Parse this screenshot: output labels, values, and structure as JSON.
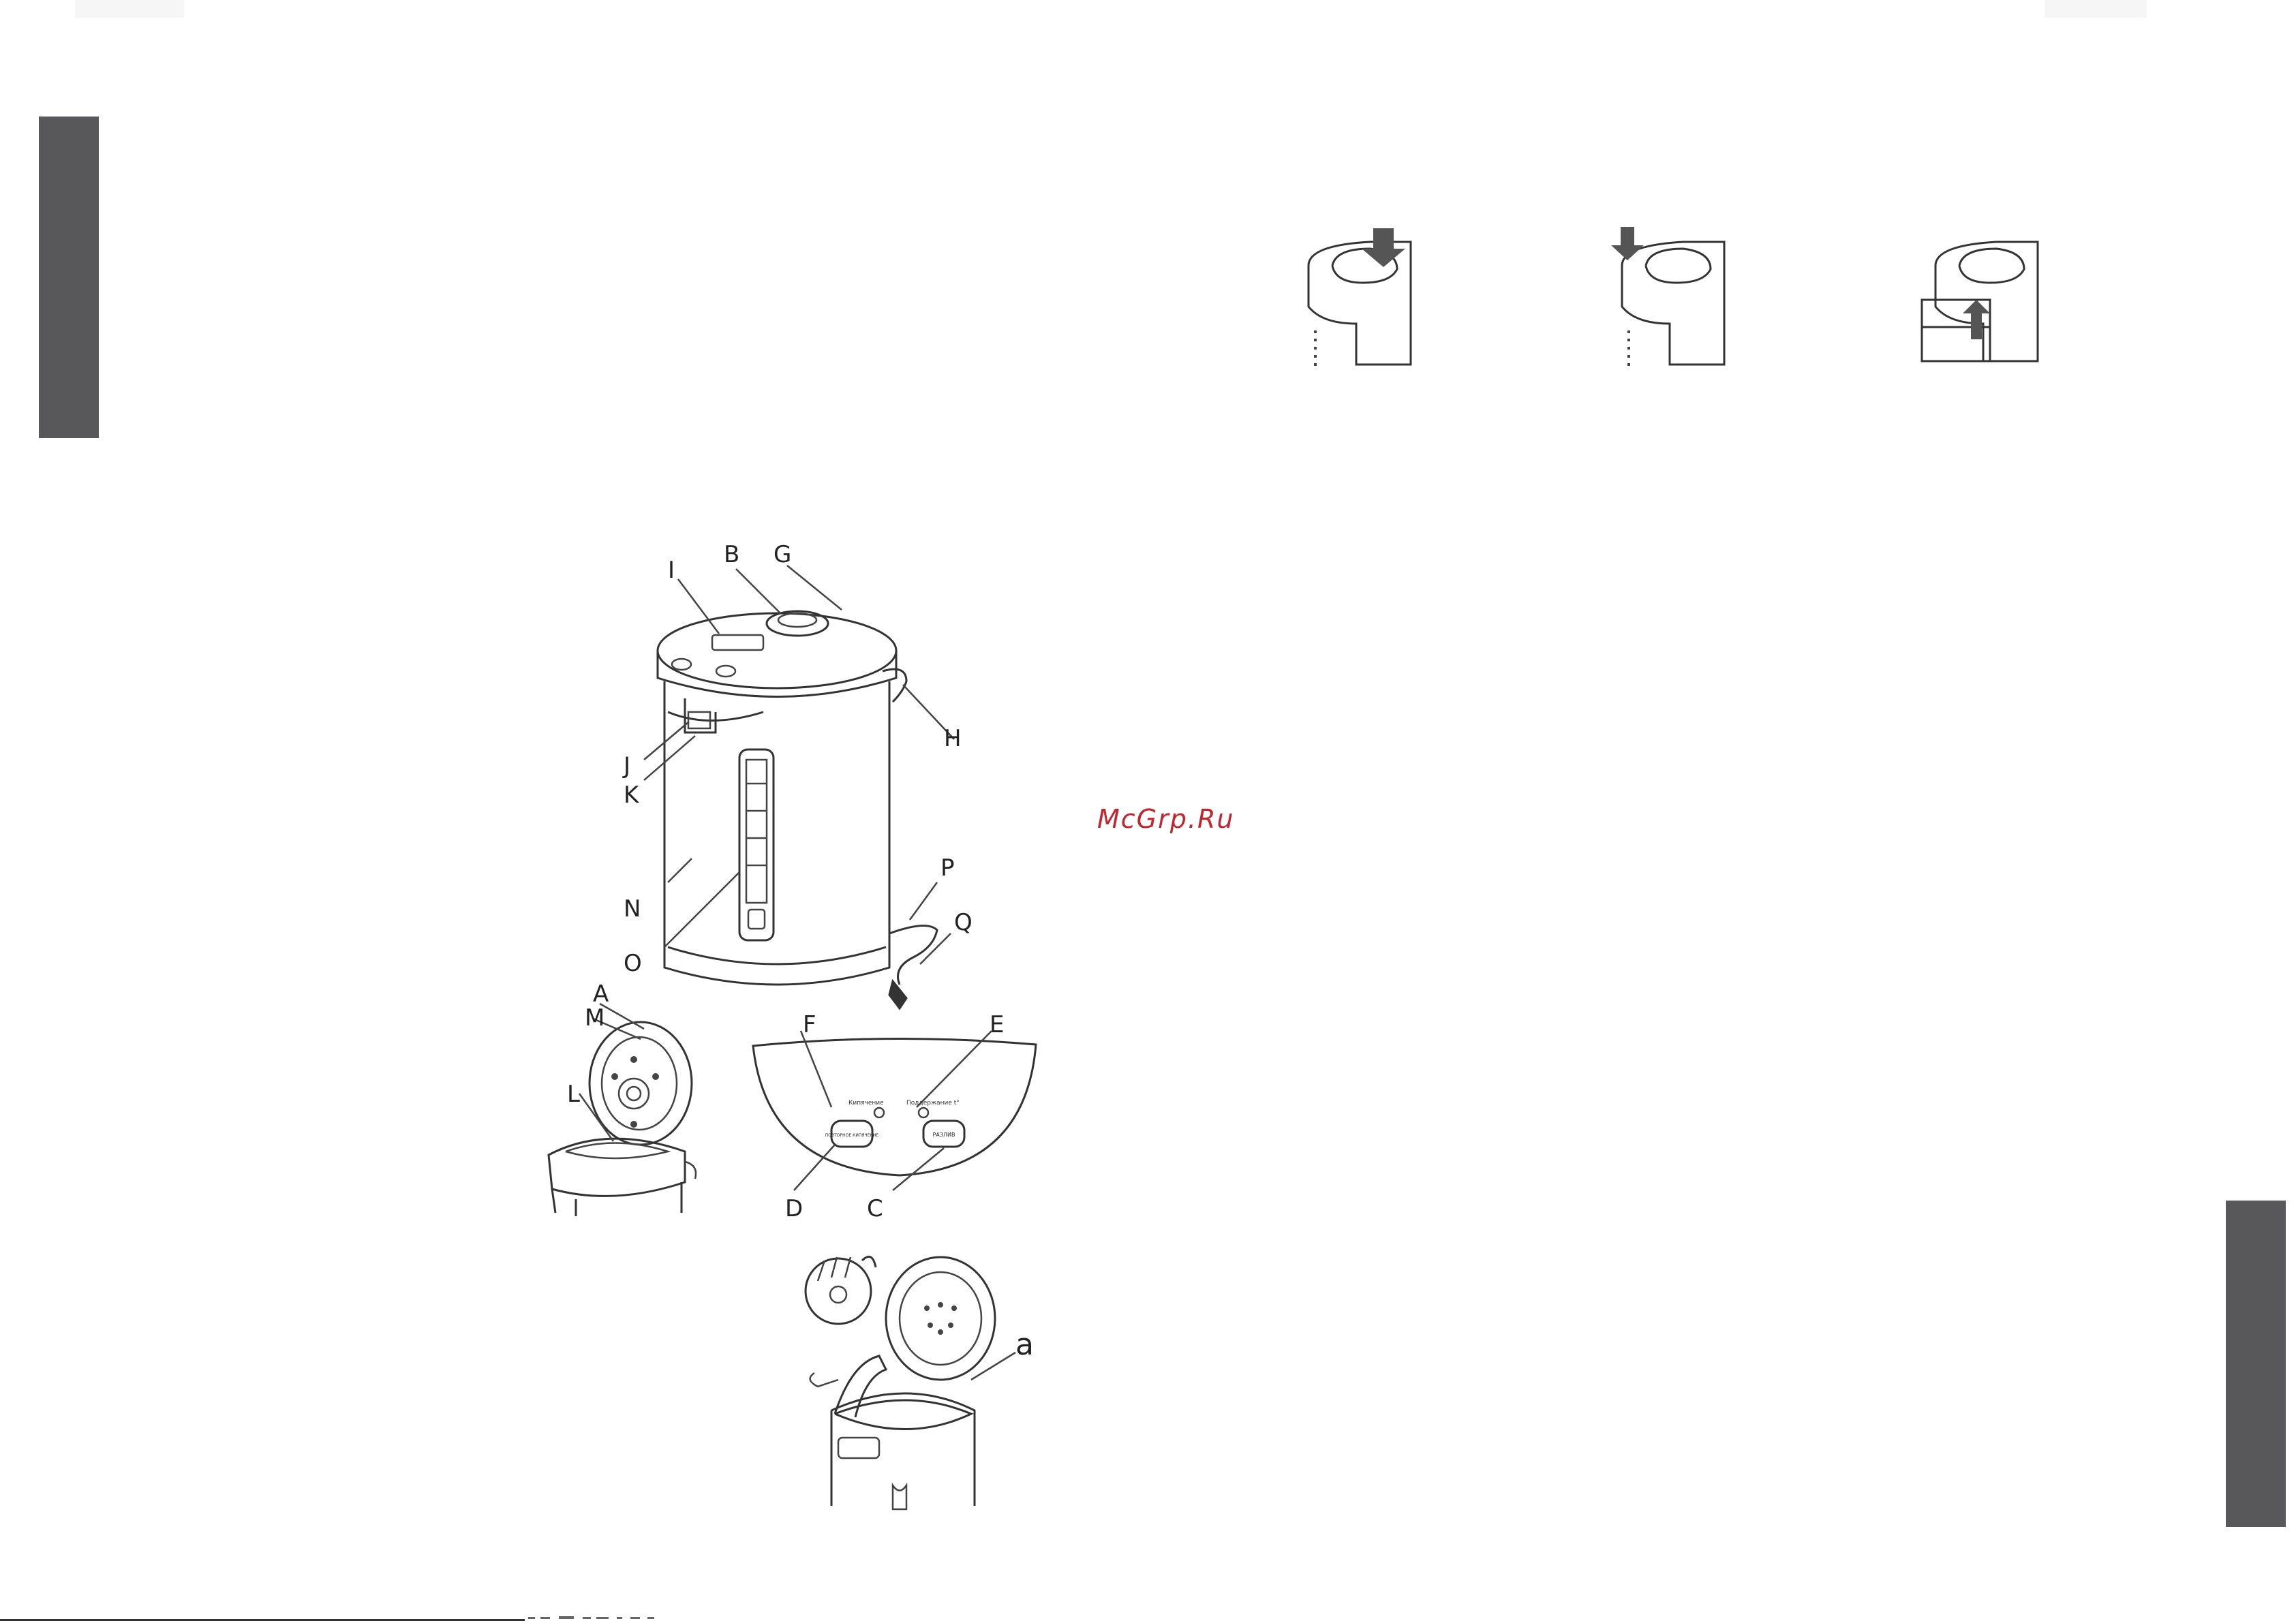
{
  "watermark": "McGrp.Ru",
  "labels": {
    "A": "A",
    "B": "B",
    "C": "C",
    "D": "D",
    "E": "E",
    "F": "F",
    "G": "G",
    "H": "H",
    "I": "I",
    "J": "J",
    "K": "K",
    "L": "L",
    "M": "M",
    "N": "N",
    "O": "O",
    "P": "P",
    "Q": "Q"
  },
  "callout_a": "a",
  "panel": {
    "indicator_left": "Кипячение",
    "indicator_right": "Поддержание t°",
    "button_left": "ПОВТОРНОЕ КИПЯЧЕНИЕ",
    "button_right": "РАЗЛИВ"
  }
}
